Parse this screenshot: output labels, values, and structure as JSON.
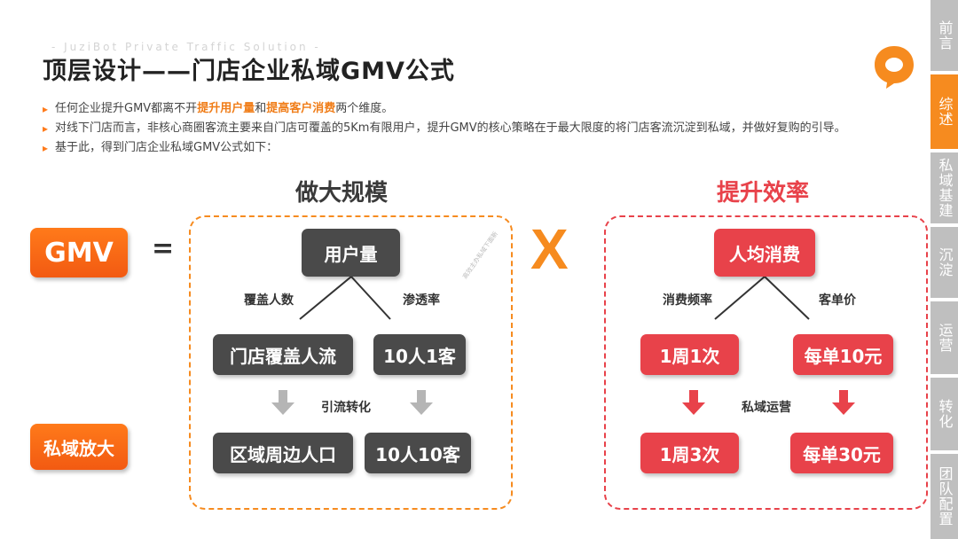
{
  "header": {
    "watermark": "- JuziBot Private Traffic Solution -",
    "title": "顶层设计——门店企业私域GMV公式"
  },
  "bullets": {
    "b1_pre": "任何企业提升GMV都离不开",
    "b1_hl1": "提升用户量",
    "b1_mid": "和",
    "b1_hl2": "提高客户消费",
    "b1_post": "两个维度。",
    "b2": "对线下门店而言，非核心商圈客流主要来自门店可覆盖的5Km有限用户，提升GMV的核心策略在于最大限度的将门店客流沉淀到私域，并做好复购的引导。",
    "b3": "基于此，得到门店企业私域GMV公式如下："
  },
  "sidebar": {
    "items": [
      {
        "label": "前言"
      },
      {
        "label": "综述"
      },
      {
        "label": "私域基建"
      },
      {
        "label": "沉淀"
      },
      {
        "label": "运营"
      },
      {
        "label": "转化"
      },
      {
        "label": "团队配置"
      }
    ],
    "active_index": 1
  },
  "formula": {
    "gmv": "GMV",
    "equals": "=",
    "multiply": "X",
    "private_amplify": "私域放大",
    "left": {
      "heading": "做大规模",
      "root": "用户量",
      "branch_left": "覆盖人数",
      "branch_right": "渗透率",
      "leaf_left": "门店覆盖人流",
      "leaf_right": "10人1客",
      "transform_label": "引流转化",
      "result_left": "区域周边人口",
      "result_right": "10人10客",
      "stamp": "高效主办私域下面新"
    },
    "right": {
      "heading": "提升效率",
      "root": "人均消费",
      "branch_left": "消费频率",
      "branch_right": "客单价",
      "leaf_left": "1周1次",
      "leaf_right": "每单10元",
      "transform_label": "私域运营",
      "result_left": "1周3次",
      "result_right": "每单30元"
    }
  },
  "colors": {
    "accent_orange": "#f68b1f",
    "accent_red": "#e8424a",
    "dark_box": "#4a4a4a",
    "sidebar_gray": "#bfbfbf"
  }
}
